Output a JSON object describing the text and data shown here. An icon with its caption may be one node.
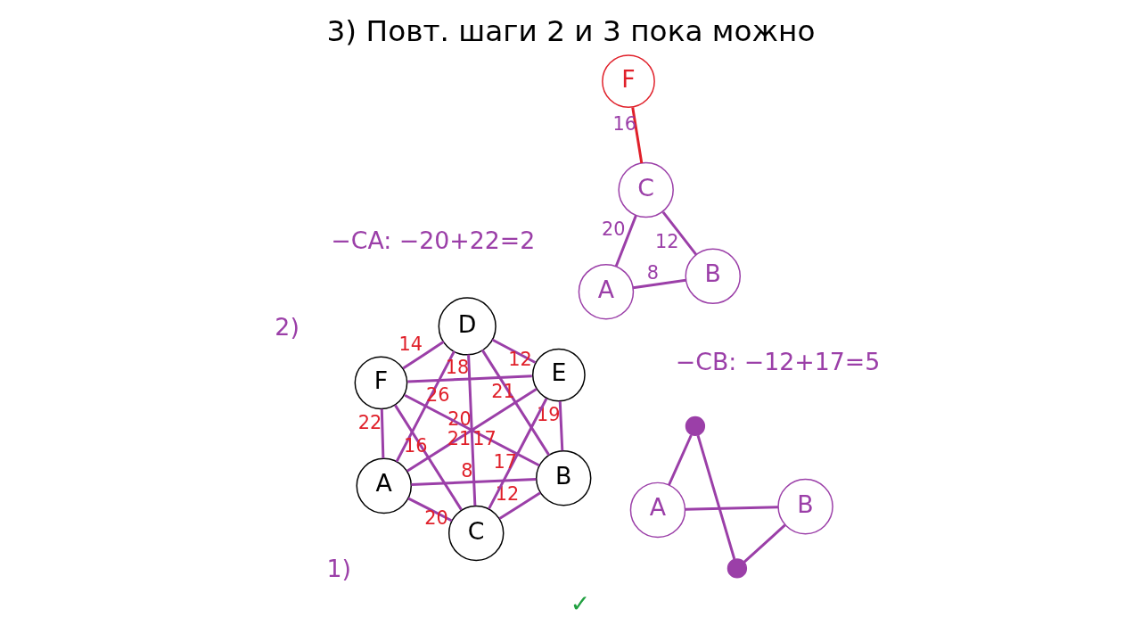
{
  "diagram": {
    "title": "3) Повт. шаги 2 и 3 пока можно",
    "nodes": [
      {
        "text": [
          "A"
        ]
      },
      {
        "text": [
          "B"
        ]
      },
      {
        "text": [
          "C"
        ]
      },
      {
        "text": [
          "D"
        ]
      },
      {
        "text": [
          "E"
        ]
      },
      {
        "text": [
          "F"
        ]
      },
      {
        "text": [
          "A"
        ]
      },
      {
        "text": [
          "B"
        ]
      },
      {
        "text": [
          "C"
        ]
      },
      {
        "text": [
          "F"
        ]
      },
      {
        "text": [
          "A"
        ]
      },
      {
        "text": [
          "B"
        ]
      },
      {
        "text": [],
        "shape": "circle"
      },
      {
        "text": [],
        "shape": "circle"
      }
    ],
    "edges": [
      {
        "from": 0,
        "to": 1,
        "arrow": "none",
        "label": "8"
      },
      {
        "from": 1,
        "to": 2,
        "arrow": "none",
        "label": "12"
      },
      {
        "from": 0,
        "to": 2,
        "arrow": "none",
        "label": "20"
      },
      {
        "from": 1,
        "to": 5,
        "arrow": "none",
        "label": "17"
      },
      {
        "from": 1,
        "to": 4,
        "arrow": "none",
        "label": "19"
      },
      {
        "from": 1,
        "to": 3,
        "arrow": "none",
        "label": "21"
      },
      {
        "from": 0,
        "to": 5,
        "arrow": "none",
        "label": "22"
      },
      {
        "from": 2,
        "to": 5,
        "arrow": "none",
        "label": "16"
      },
      {
        "from": 0,
        "to": 3,
        "arrow": "none",
        "label": "26"
      },
      {
        "from": 2,
        "to": 4,
        "arrow": "none",
        "label": "17"
      },
      {
        "from": 2,
        "to": 3,
        "arrow": "none",
        "label": "21"
      },
      {
        "from": 5,
        "to": 3,
        "arrow": "none",
        "label": "14"
      },
      {
        "from": 0,
        "to": 4,
        "arrow": "none",
        "label": "20"
      },
      {
        "from": 5,
        "to": 4,
        "arrow": "none",
        "label": "18"
      },
      {
        "from": 4,
        "to": 3,
        "arrow": "none",
        "label": "12"
      },
      {
        "from": 6,
        "to": 7,
        "arrow": "none",
        "label": "8"
      },
      {
        "from": 7,
        "to": 8,
        "arrow": "none",
        "label": "12"
      },
      {
        "from": 6,
        "to": 8,
        "arrow": "none",
        "label": "20"
      },
      {
        "from": 8,
        "to": 9,
        "arrow": "none",
        "label": "16",
        "color": "#e0202a"
      },
      {
        "from": 10,
        "to": 11,
        "arrow": "none"
      },
      {
        "from": 11,
        "to": 12,
        "arrow": "none"
      },
      {
        "from": 12,
        "to": 13,
        "arrow": "none"
      },
      {
        "from": 13,
        "to": 10,
        "arrow": "none"
      }
    ],
    "labels": [
      "1)",
      "✓",
      "−CA: −20+22=2",
      "−CB: −12+17=5",
      "2)"
    ]
  }
}
